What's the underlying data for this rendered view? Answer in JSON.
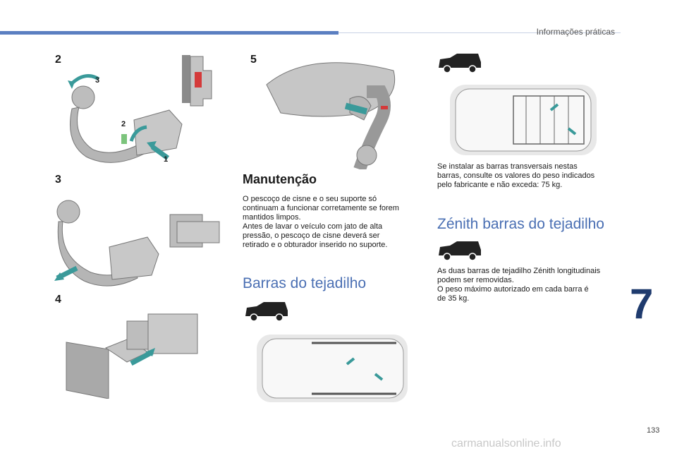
{
  "header": {
    "title": "Informações práticas"
  },
  "chapter_number": "7",
  "page_number": "133",
  "steps": [
    "2",
    "3",
    "4",
    "5"
  ],
  "callouts": [
    "3",
    "2",
    "1"
  ],
  "maintenance": {
    "heading": "Manutenção",
    "lines": [
      "O pescoço de cisne e o seu suporte só",
      "continuam a funcionar corretamente se forem",
      "mantidos limpos.",
      "Antes de lavar o veículo com jato de alta",
      "pressão, o pescoço de cisne deverá ser",
      "retirado e o obturador inserido no suporte."
    ]
  },
  "roof_bars": {
    "heading": "Barras do tejadilho"
  },
  "cross_bars": {
    "lines": [
      "Se instalar as barras transversais nestas",
      "barras, consulte os valores do peso indicados",
      "pelo fabricante e não exceda: 75 kg."
    ]
  },
  "zenith": {
    "heading": "Zénith barras do tejadilho",
    "lines": [
      "As duas barras de tejadilho Zénith longitudinais",
      "podem ser removidas.",
      "O peso máximo autorizado em cada barra é",
      "de 35 kg."
    ]
  },
  "footer_watermark": "carmanualsonline.info",
  "colors": {
    "accent_bar": "#5b7fc1",
    "chapter": "#1f3b6e",
    "section_heading": "#4a6fb3",
    "arrow": "#3a9a9a"
  }
}
